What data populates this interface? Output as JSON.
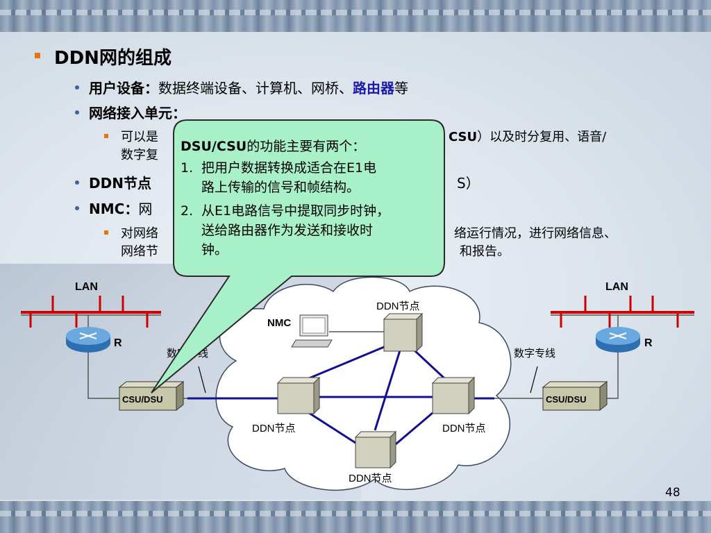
{
  "slide": {
    "title_prefix": "DDN",
    "title_suffix": "网的组成",
    "b1_label": "用户设备：",
    "b1_text": "数据终端设备、计算机、网桥、",
    "b1_highlight": "路由器",
    "b1_tail": "等",
    "b2_label": "网络接入单元：",
    "b2_sub_line1_a": "可以是",
    "b2_sub_line1_b": "CSU",
    "b2_sub_line1_c": "）以及时分复用、语音/",
    "b2_sub_line2": "数字复",
    "b3_label": "DDN节点",
    "b3_tail": "S）",
    "b4_label": "NMC：",
    "b4_text": "网",
    "b4_sub_line1_a": "对网络",
    "b4_sub_line1_b": "络运行情况，进行网络信息、",
    "b4_sub_line2_a": "网络节",
    "b4_sub_line2_b": "和报告。",
    "page_number": "48"
  },
  "callout": {
    "heading_bold": "DSU/CSU",
    "heading_rest": "的功能主要有两个：",
    "items": [
      {
        "num": "1.",
        "line1": "把用户数据转换成适合在E1电",
        "line2": "路上传输的信号和帧结构。"
      },
      {
        "num": "2.",
        "line1": "从E1电路信号中提取同步时钟，",
        "line2": "送给路由器作为发送和接收时",
        "line3": "钟。"
      }
    ]
  },
  "diagram": {
    "lan_left": "LAN",
    "lan_right": "LAN",
    "router_left": "R",
    "router_right": "R",
    "csu_left": "CSU/DSU",
    "csu_right": "CSU/DSU",
    "line_left": "数字专线",
    "line_right": "数字专线",
    "nmc": "NMC",
    "node_top": "DDN节点",
    "node_left": "DDN节点",
    "node_right": "DDN节点",
    "node_bottom": "DDN节点"
  },
  "colors": {
    "callout_fill": "#a8f0c8",
    "link_color": "#101090",
    "bullet_square": "#e8750a",
    "highlight_blue": "#1a1aa8"
  }
}
